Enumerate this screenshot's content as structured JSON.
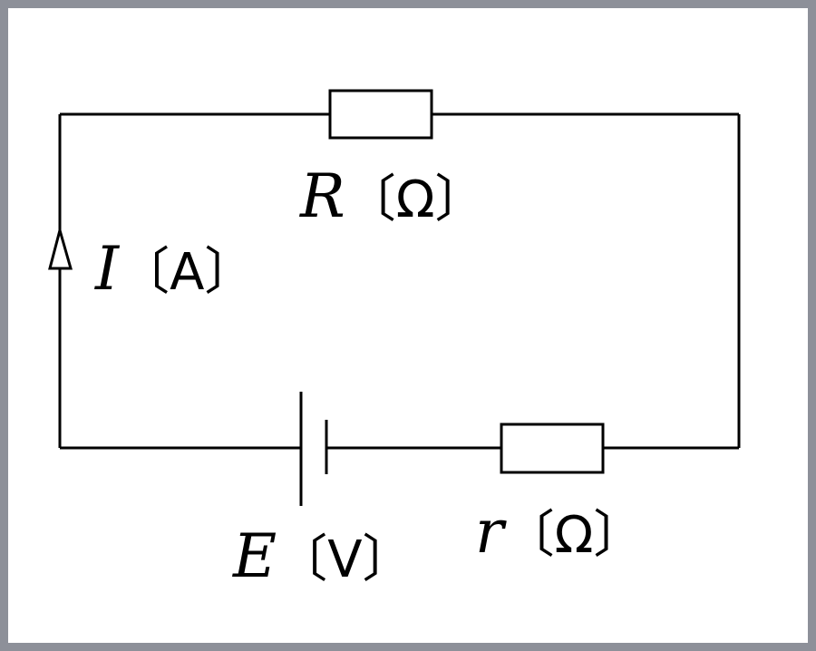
{
  "colors": {
    "frame": "#8d9099",
    "wire": "#000000",
    "background": "#ffffff"
  },
  "labels": {
    "R": {
      "symbol": "R",
      "unit": "〔Ω〕"
    },
    "I": {
      "symbol": "I",
      "unit": "〔A〕"
    },
    "E": {
      "symbol": "E",
      "unit": "〔V〕"
    },
    "r": {
      "symbol": "r",
      "unit": "〔Ω〕"
    }
  }
}
